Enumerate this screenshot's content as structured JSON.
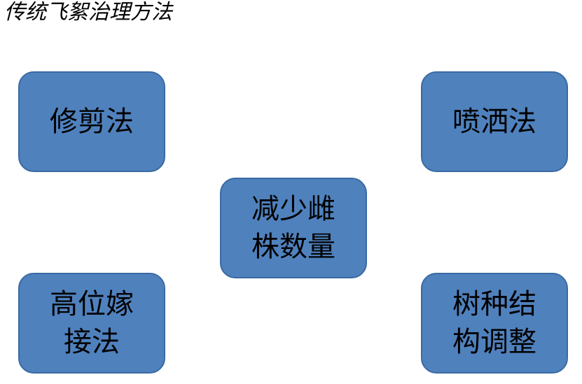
{
  "title": "传统飞絮治理方法",
  "colors": {
    "box_fill": "#4f81bd",
    "box_border": "#3a6aa3",
    "text": "#000000"
  },
  "boxes": {
    "pruning": {
      "lines": [
        "修剪法"
      ]
    },
    "spraying": {
      "lines": [
        "喷洒法"
      ]
    },
    "center": {
      "lines": [
        "减少雌",
        "株数量"
      ]
    },
    "grafting": {
      "lines": [
        "高位嫁",
        "接法"
      ]
    },
    "species_structure": {
      "lines": [
        "树种结",
        "构调整"
      ]
    }
  }
}
